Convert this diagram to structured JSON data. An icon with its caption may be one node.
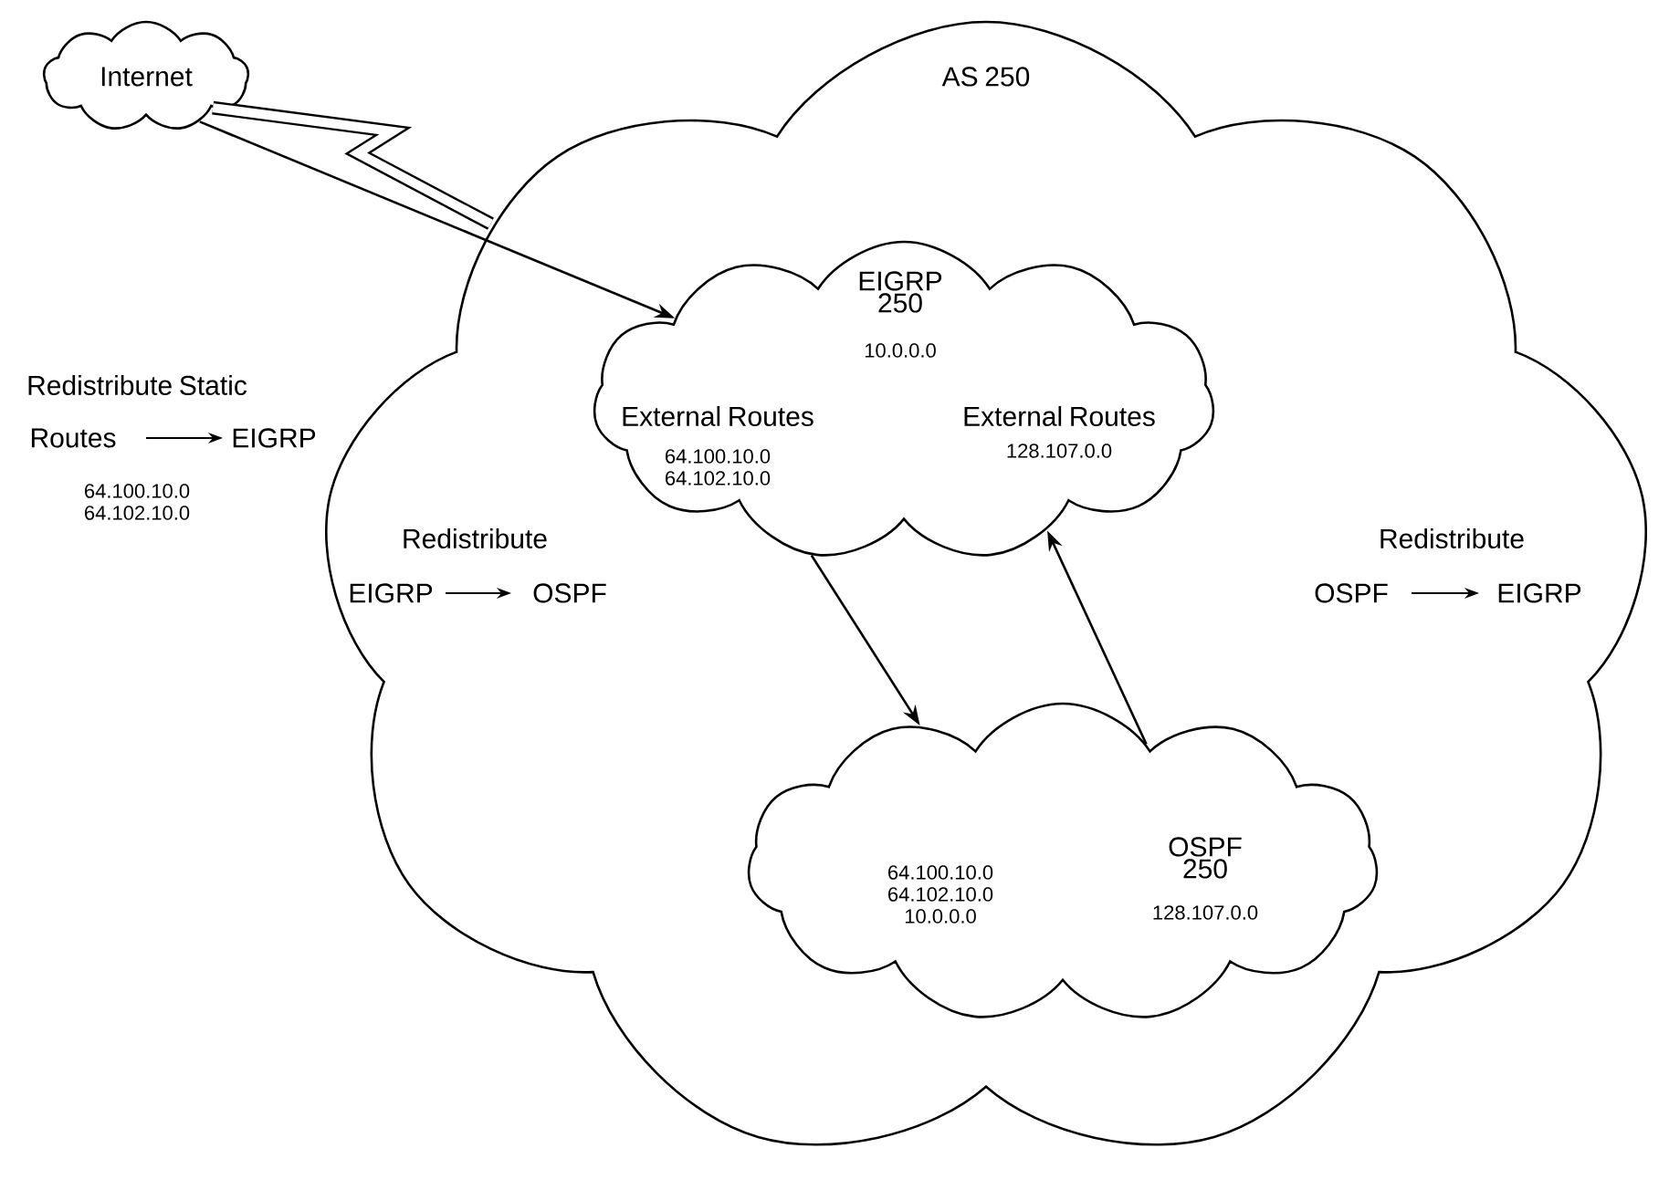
{
  "diagram": {
    "nodes": [
      {
        "text": [
          "Internet"
        ]
      },
      {
        "text": [
          "AS 250"
        ]
      },
      {
        "text": [
          "EIGRP 250",
          "10.0.0.0",
          "External Routes",
          "64.100.10.0 64.102.10.0",
          "External Routes",
          "128.107.0.0"
        ],
        "in": 1
      },
      {
        "text": [
          "64.100.10.0 64.102.10.0 10.0.0.0",
          "OSPF 250",
          "128.107.0.0"
        ],
        "in": 1
      }
    ],
    "edges": [
      {
        "from": 0,
        "to": 1,
        "arrow": "none",
        "style": "thick"
      },
      {
        "from": 0,
        "to": 2,
        "arrow": "to"
      },
      {
        "from": 2,
        "to": 3,
        "arrow": "to"
      },
      {
        "from": 3,
        "to": 2,
        "arrow": "to"
      }
    ],
    "labels": [
      "Redistribute Static",
      "Routes",
      "EIGRP",
      "64.100.10.0 64.102.10.0",
      "Redistribute",
      "EIGRP",
      "OSPF",
      "Redistribute",
      "OSPF",
      "EIGRP"
    ]
  }
}
